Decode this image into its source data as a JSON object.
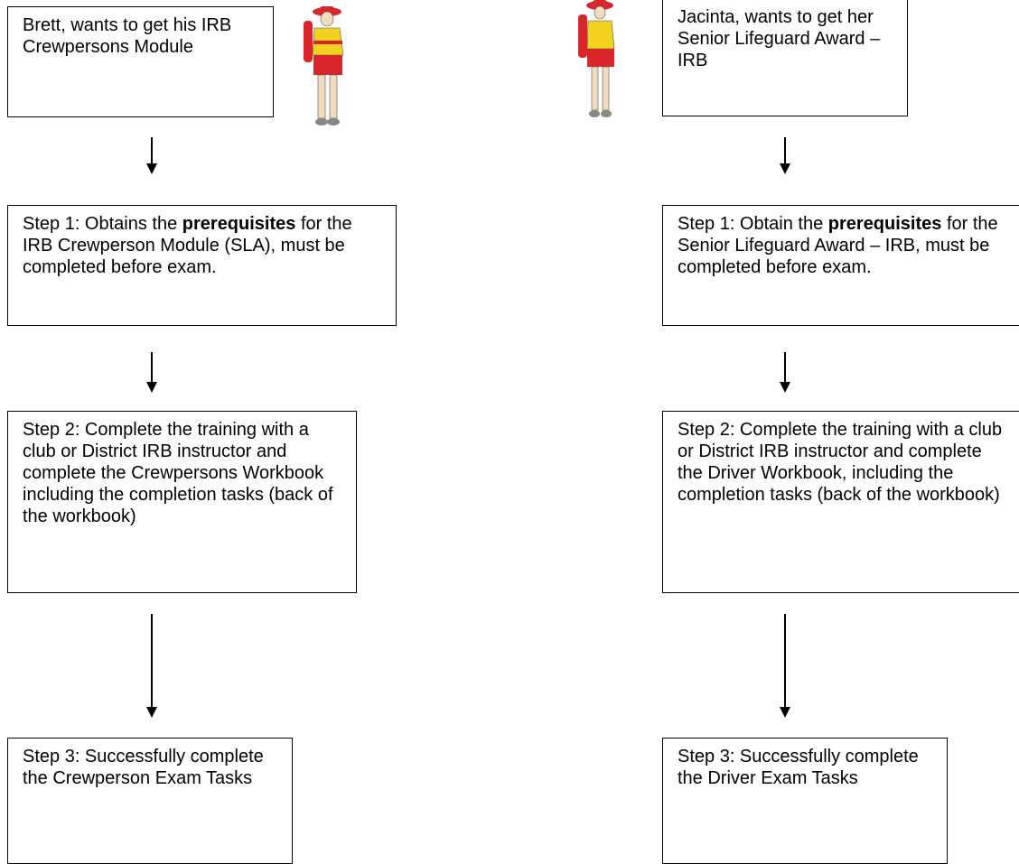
{
  "left": {
    "goal": "Brett, wants to get his IRB Crewpersons Module",
    "step1": {
      "pre": "Step 1: Obtains the ",
      "bold": "prerequisites",
      "post": " for the IRB Crewperson Module (SLA), must be completed before exam."
    },
    "step2": "Step 2: Complete the training with a club or District IRB instructor and complete the Crewpersons Workbook including the completion tasks (back of the workbook)",
    "step3": "Step 3: Successfully complete the Crewperson Exam Tasks"
  },
  "right": {
    "goal": "Jacinta, wants to get her Senior Lifeguard Award – IRB",
    "step1": {
      "pre": "Step 1: Obtain the ",
      "bold": "prerequisites",
      "post": " for the Senior Lifeguard Award – IRB, must be completed before exam."
    },
    "step2": "Step 2: Complete the training with a club or District IRB instructor and complete the Driver Workbook, including the completion tasks (back of the workbook)",
    "step3": "Step 3: Successfully complete the Driver Exam Tasks"
  },
  "colors": {
    "uniform_red": "#d8262a",
    "uniform_yellow": "#f3d21f",
    "skin": "#f2dcc0"
  }
}
